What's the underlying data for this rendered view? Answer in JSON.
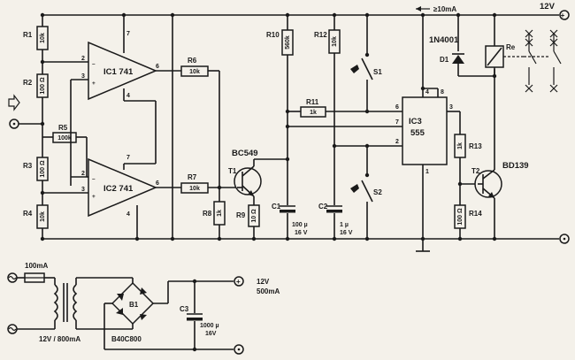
{
  "top_rail": {
    "voltage": "12V",
    "current_note": "≥10mA"
  },
  "opamps": {
    "ic1": {
      "name": "IC1 741",
      "in_neg": "2",
      "in_pos": "3",
      "out": "6",
      "vpos": "7",
      "vneg": "4"
    },
    "ic2": {
      "name": "IC2 741",
      "in_neg": "2",
      "in_pos": "3",
      "out": "6",
      "vpos": "7",
      "vneg": "4"
    }
  },
  "resistors": {
    "r1": {
      "name": "R1",
      "value": "10k"
    },
    "r2": {
      "name": "R2",
      "value": "100 Ω"
    },
    "r3": {
      "name": "R3",
      "value": "100 Ω"
    },
    "r4": {
      "name": "R4",
      "value": "10k"
    },
    "r5": {
      "name": "R5",
      "value": "100k"
    },
    "r6": {
      "name": "R6",
      "value": "10k"
    },
    "r7": {
      "name": "R7",
      "value": "10k"
    },
    "r8": {
      "name": "R8",
      "value": "1k"
    },
    "r9": {
      "name": "R9",
      "value": "10 Ω"
    },
    "r10": {
      "name": "R10",
      "value": "560k"
    },
    "r11": {
      "name": "R11",
      "value": "1k"
    },
    "r12": {
      "name": "R12",
      "value": "10k"
    },
    "r13": {
      "name": "R13",
      "value": "1k"
    },
    "r14": {
      "name": "R14",
      "value": "100 Ω"
    }
  },
  "capacitors": {
    "c1": {
      "name": "C1",
      "value": "100 µ",
      "voltage": "16 V"
    },
    "c2": {
      "name": "C2",
      "value": "1 µ",
      "voltage": "16 V"
    },
    "c3": {
      "name": "C3",
      "value": "1000 µ",
      "voltage": "16V"
    }
  },
  "transistors": {
    "t1": {
      "name": "T1",
      "type": "BC549"
    },
    "t2": {
      "name": "T2",
      "type": "BD139"
    }
  },
  "timer": {
    "name": "IC3",
    "type": "555",
    "pins": [
      "4",
      "8",
      "6",
      "3",
      "7",
      "2",
      "1"
    ]
  },
  "switches": {
    "s1": "S1",
    "s2": "S2"
  },
  "diode": {
    "name": "D1",
    "type": "1N4001"
  },
  "relay": {
    "name": "Re"
  },
  "power_supply": {
    "fuse": "100mA",
    "transformer": "12V / 800mA",
    "bridge": "B1",
    "bridge_type": "B40C800",
    "out_voltage": "12V",
    "out_current": "500mA"
  }
}
